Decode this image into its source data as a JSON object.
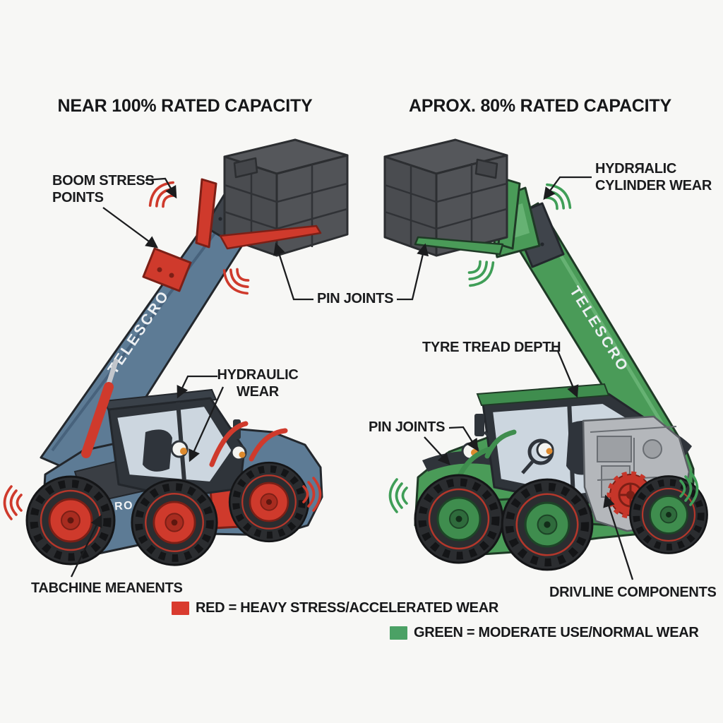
{
  "titles": {
    "left": "NEAR 100% RATED CAPACITY",
    "right": "APROX. 80% RATED CAPACITY"
  },
  "left_machine": {
    "name": "TELESCRO",
    "condition": "heavy stress",
    "labels": {
      "boom_stress_line1": "BOOM STRESS",
      "boom_stress_line2": "POINTS",
      "pin_joints": "PIN JOINTS",
      "hydraulic_line1": "HYDRAULIC",
      "hydraulic_line2": "WEAR",
      "machine_elements": "TABCHINE MEANENTS"
    }
  },
  "right_machine": {
    "name": "TELESCRO",
    "condition": "moderate use",
    "labels": {
      "cylinder_line1": "HYDRЯALIC",
      "cylinder_line2": "CYLINDER WEAR",
      "tyre_tread": "TYRE TREAD DEPTH",
      "pin_joints": "PIN JOINTS",
      "drivline": "DRIVLINE COMPONENTS"
    }
  },
  "legend": {
    "red": {
      "color": "#d93b2f",
      "text": "RED = HEAVY STRESS/ACCELERATED WEAR"
    },
    "green": {
      "color": "#4ba165",
      "text": "GREEN = MODERATE USE/NORMAL WEAR"
    }
  },
  "colors": {
    "stress_red": "#cf3a2c",
    "normal_green": "#4a9b58",
    "left_body_blue": "#5d7b95",
    "load_gray": "#4a4c50",
    "label_ink": "#1b1c1e",
    "background": "#f7f7f5"
  }
}
